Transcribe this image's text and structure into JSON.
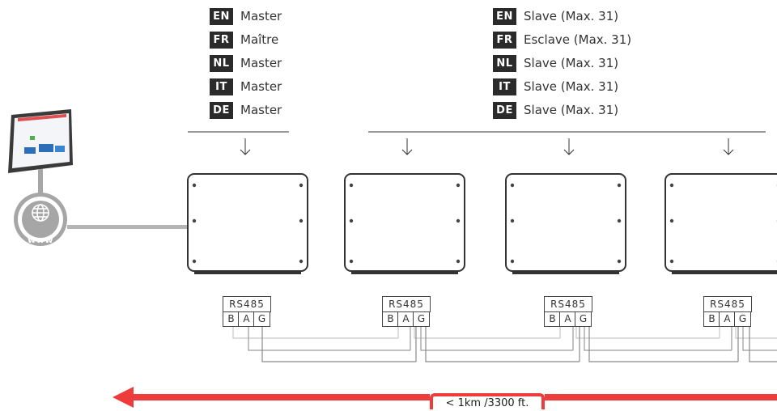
{
  "master": {
    "rows": [
      {
        "code": "EN",
        "label": "Master"
      },
      {
        "code": "FR",
        "label": "Maître"
      },
      {
        "code": "NL",
        "label": "Master"
      },
      {
        "code": "IT",
        "label": "Master"
      },
      {
        "code": "DE",
        "label": "Master"
      }
    ]
  },
  "slave": {
    "rows": [
      {
        "code": "EN",
        "label": "Slave (Max. 31)"
      },
      {
        "code": "FR",
        "label": "Esclave (Max. 31)"
      },
      {
        "code": "NL",
        "label": "Slave (Max. 31)"
      },
      {
        "code": "IT",
        "label": "Slave (Max. 31)"
      },
      {
        "code": "DE",
        "label": "Slave (Max. 31)"
      }
    ]
  },
  "connector": {
    "title": "RS485",
    "pins": [
      "B",
      "A",
      "G"
    ]
  },
  "web": {
    "label": "www"
  },
  "distance": {
    "label": "< 1km /3300 ft."
  },
  "colors": {
    "accent": "#ee3b3b",
    "dark": "#2b2b2b",
    "gray": "#9a9a9a"
  }
}
